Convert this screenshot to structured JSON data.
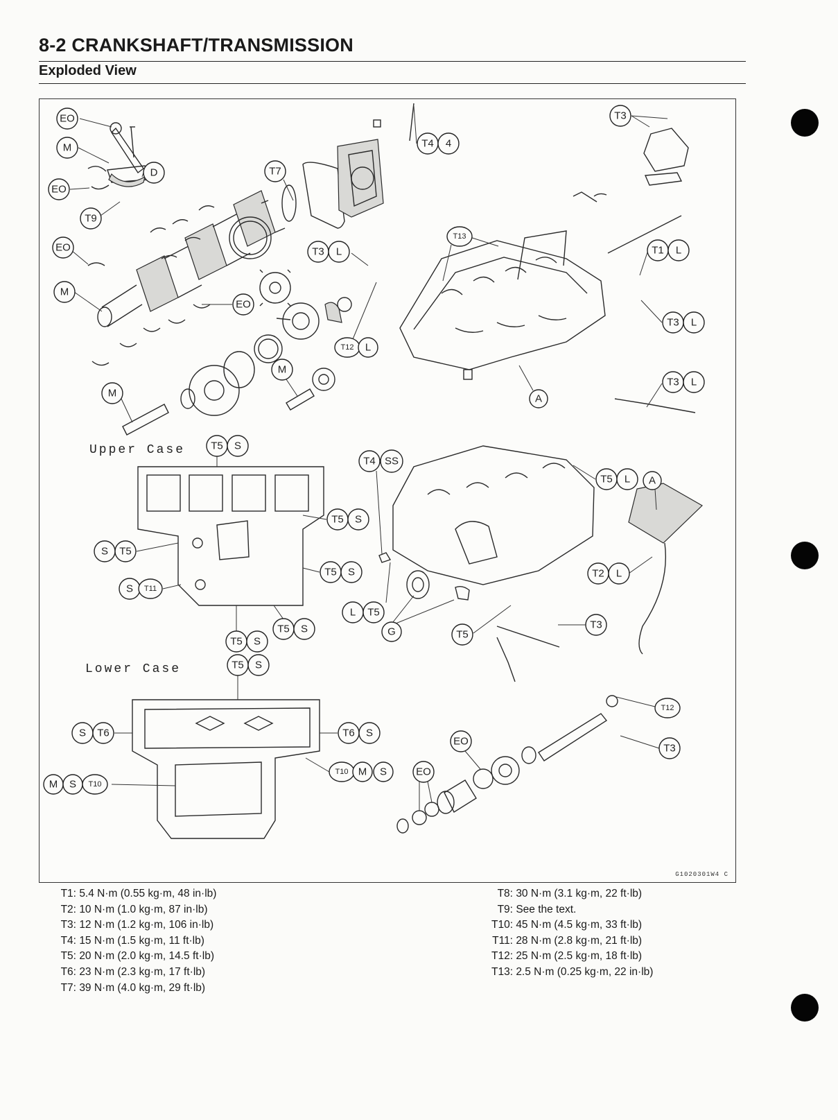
{
  "header": {
    "title": "8-2 CRANKSHAFT/TRANSMISSION",
    "section": "Exploded View"
  },
  "figure": {
    "upper_case_label": "Upper Case",
    "lower_case_label": "Lower Case",
    "figure_code": "G1020301W4 C",
    "callouts": [
      "EO",
      "M",
      "D",
      "EO",
      "T9",
      "EO",
      "M",
      "EO",
      "M",
      "M",
      "T7",
      "T4",
      "4",
      "T3",
      "T13",
      "T3",
      "L",
      "T1",
      "L",
      "T3",
      "L",
      "T12",
      "L",
      "T3",
      "L",
      "A",
      "T5",
      "S",
      "T4",
      "SS",
      "T5",
      "L",
      "A",
      "T5",
      "S",
      "S",
      "T5",
      "T5",
      "S",
      "S",
      "T11",
      "T2",
      "L",
      "L",
      "T5",
      "G",
      "T3",
      "T5",
      "T5",
      "S",
      "T5",
      "S",
      "T5",
      "S",
      "T12",
      "S",
      "T6",
      "T6",
      "S",
      "EO",
      "T3",
      "EO",
      "M",
      "S",
      "T10",
      "T10",
      "M",
      "S"
    ]
  },
  "torque_specs": {
    "left": [
      {
        "key": "T1:",
        "value": "5.4 N·m (0.55 kg·m, 48 in·lb)"
      },
      {
        "key": "T2:",
        "value": "10 N·m (1.0 kg·m, 87 in·lb)"
      },
      {
        "key": "T3:",
        "value": "12 N·m (1.2 kg·m, 106 in·lb)"
      },
      {
        "key": "T4:",
        "value": "15 N·m (1.5 kg·m, 11 ft·lb)"
      },
      {
        "key": "T5:",
        "value": "20 N·m (2.0 kg·m, 14.5 ft·lb)"
      },
      {
        "key": "T6:",
        "value": "23 N·m (2.3 kg·m, 17 ft·lb)"
      },
      {
        "key": "T7:",
        "value": "39 N·m (4.0 kg·m, 29 ft·lb)"
      }
    ],
    "right": [
      {
        "key": "T8:",
        "value": "30 N·m (3.1 kg·m, 22 ft·lb)"
      },
      {
        "key": "T9:",
        "value": "See the text."
      },
      {
        "key": "T10:",
        "value": "45 N·m (4.5 kg·m, 33 ft·lb)"
      },
      {
        "key": "T11:",
        "value": "28 N·m (2.8 kg·m, 21 ft·lb)"
      },
      {
        "key": "T12:",
        "value": "25 N·m (2.5 kg·m, 18 ft·lb)"
      },
      {
        "key": "T13:",
        "value": "2.5 N·m (0.25 kg·m, 22 in·lb)"
      }
    ]
  }
}
